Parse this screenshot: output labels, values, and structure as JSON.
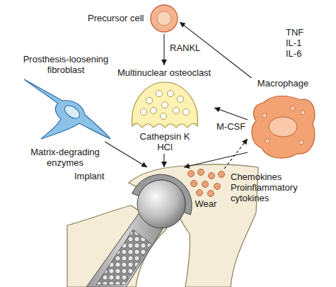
{
  "diagram": {
    "nodes": [
      {
        "text": [
          "Precursor cell"
        ]
      },
      {
        "text": [
          "Prosthesis-loosening fibroblast"
        ]
      },
      {
        "text": [
          "Multinuclear osteoclast",
          "Cathepsin K HCl"
        ]
      },
      {
        "text": [
          "Macrophage"
        ]
      },
      {
        "text": [
          "Implant"
        ]
      },
      {
        "text": [
          "Wear"
        ]
      }
    ],
    "edges": [
      {
        "from": 0,
        "to": 2,
        "label": "RANKL",
        "arrow": "to"
      },
      {
        "from": 3,
        "to": 0,
        "label": "TNF IL-1 IL-6",
        "arrow": "to"
      },
      {
        "from": 3,
        "to": 2,
        "label": "M-CSF",
        "arrow": "to"
      },
      {
        "from": 1,
        "to": 4,
        "label": "Matrix-degrading enzymes",
        "arrow": "to"
      },
      {
        "from": 2,
        "to": 4,
        "arrow": "to"
      },
      {
        "from": 3,
        "to": 4,
        "label": "Chemokines Proinflammatory cytokines",
        "arrow": "to"
      },
      {
        "from": 5,
        "to": 3,
        "arrow": "to"
      }
    ]
  }
}
